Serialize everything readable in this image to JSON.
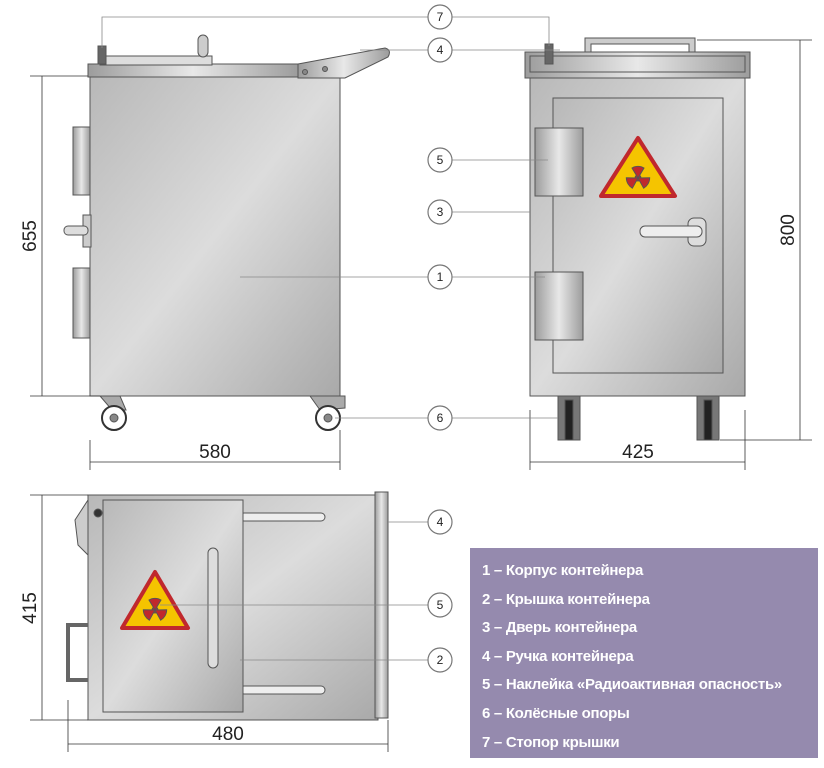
{
  "dimensions": {
    "side_height": "655",
    "side_width": "580",
    "front_width": "425",
    "front_height": "800",
    "top_depth": "415",
    "top_width": "480"
  },
  "callouts": {
    "stopper": "7",
    "handle_side": "4",
    "sticker_front": "5",
    "door": "3",
    "body": "1",
    "wheels": "6",
    "handle_top": "4",
    "sticker_top": "5",
    "lid_top": "2"
  },
  "legend": [
    "1 – Корпус контейнера",
    "2 – Крышка контейнера",
    "3 – Дверь контейнера",
    "4 – Ручка контейнера",
    "5 – Наклейка «Радиоактивная опасность»",
    "6 – Колёсные опоры",
    "7 – Стопор крышки"
  ],
  "colors": {
    "legend_bg": "#958aae",
    "sign_yellow": "#f5c400",
    "sign_red": "#c0282d"
  }
}
